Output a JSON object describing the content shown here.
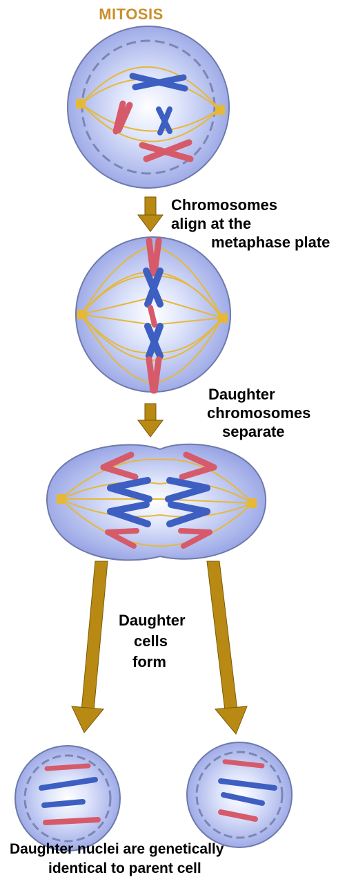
{
  "title": "MITOSIS",
  "colors": {
    "title": "#C8902A",
    "arrow": "#B88A14",
    "arrow_edge": "#7A5A08",
    "cell_fill": "#AEB8EE",
    "cell_edge": "#6E7AA8",
    "nucleus_ring": "#7C86B4",
    "spindle": "#E6B838",
    "chrom_blue": "#3D5FC2",
    "chrom_red": "#D65A6A"
  },
  "labels": {
    "step1": [
      "Chromosomes",
      "align at the",
      "metaphase plate"
    ],
    "step2": [
      "Daughter",
      "chromosomes",
      "separate"
    ],
    "step3": [
      "Daughter",
      "cells",
      "form"
    ],
    "caption": [
      "Daughter nuclei are genetically",
      "identical to parent cell"
    ]
  },
  "stages": [
    {
      "name": "prophase-cell"
    },
    {
      "name": "metaphase-cell"
    },
    {
      "name": "anaphase-cell"
    },
    {
      "name": "daughter-cell-left"
    },
    {
      "name": "daughter-cell-right"
    }
  ]
}
